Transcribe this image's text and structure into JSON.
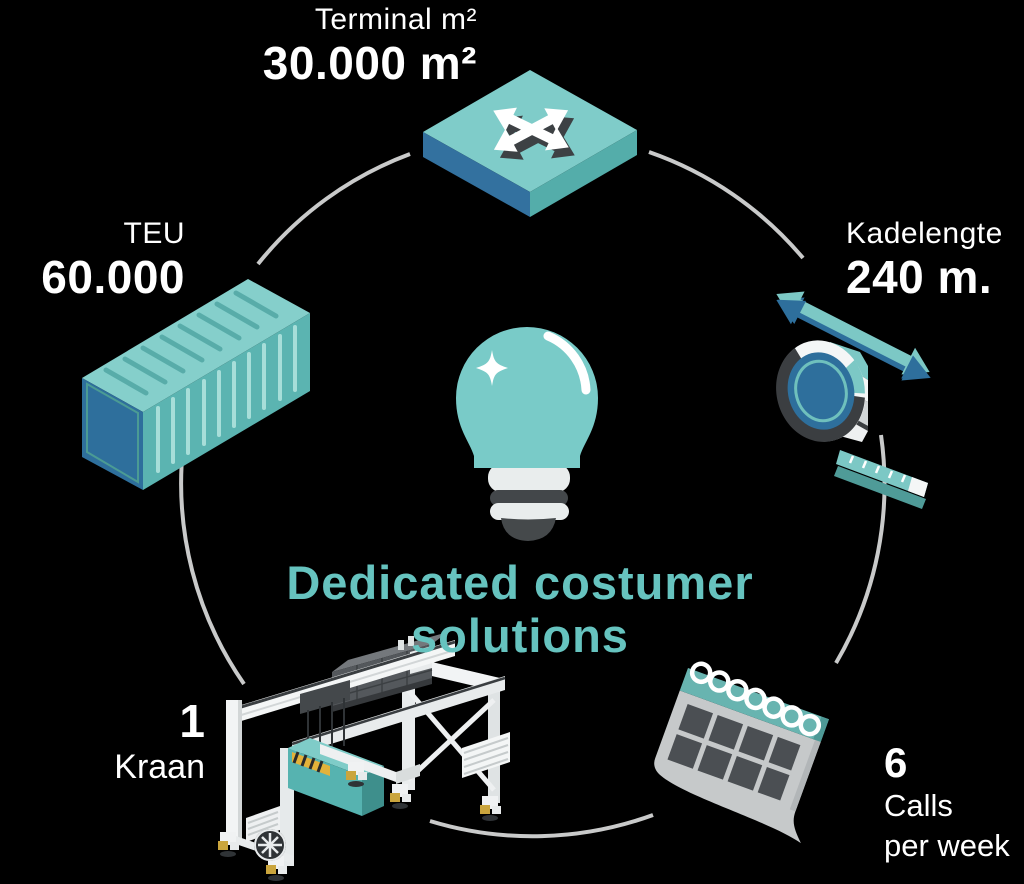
{
  "center": {
    "heading_line1": "Dedicated costumer",
    "heading_line2": "solutions",
    "icon": "lightbulb-icon"
  },
  "stats": {
    "terminal": {
      "label": "Terminal m²",
      "value": "30.000 m²",
      "icon": "move-arrows-tile-icon"
    },
    "teu": {
      "label": "TEU",
      "value": "60.000",
      "icon": "shipping-container-icon"
    },
    "kade": {
      "label": "Kadelengte",
      "value": "240 m.",
      "icon": "tape-measure-icon"
    },
    "kraan": {
      "value": "1",
      "label": "Kraan",
      "icon": "gantry-crane-icon"
    },
    "calls": {
      "value": "6",
      "label_line1": "Calls",
      "label_line2": "per week",
      "icon": "calendar-icon"
    }
  },
  "colors": {
    "background": "#000000",
    "teal_light": "#7ecac7",
    "teal_mid": "#57b1ae",
    "blue_dark": "#2e6f9c",
    "heading_teal": "#66c3bf",
    "arc_gray": "#c9caca",
    "text_white": "#ffffff"
  }
}
